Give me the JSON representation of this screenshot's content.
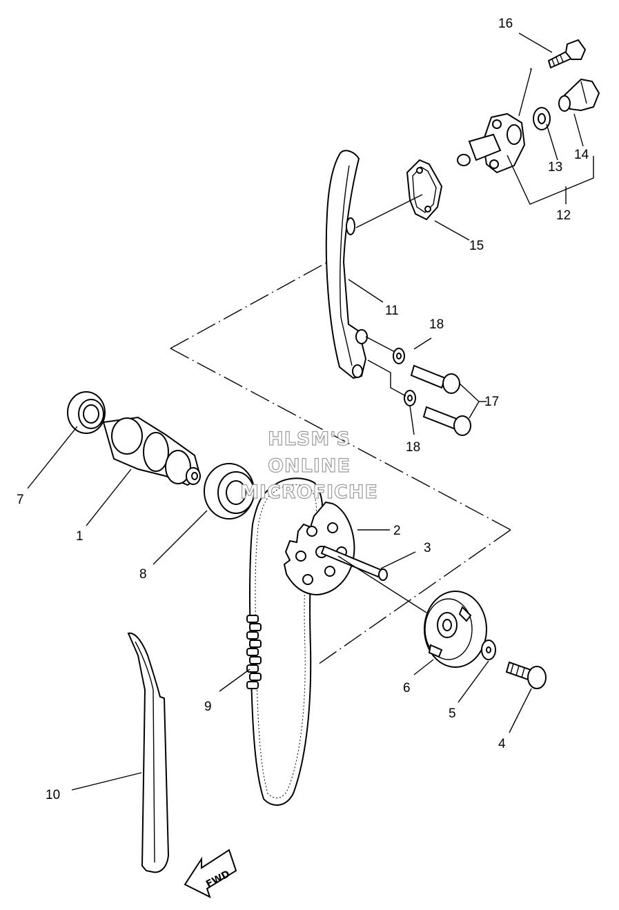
{
  "watermark": {
    "line1": "HLSM'S",
    "line2": "ONLINE",
    "line3": "MICROFICHE"
  },
  "fwd_label": "FWD",
  "callouts": {
    "c1": "1",
    "c2": "2",
    "c3": "3",
    "c4": "4",
    "c5": "5",
    "c6": "6",
    "c7": "7",
    "c8": "8",
    "c9": "9",
    "c10": "10",
    "c11": "11",
    "c12": "12",
    "c13": "13",
    "c14": "14",
    "c15": "15",
    "c16": "16",
    "c17": "17",
    "c18a": "18",
    "c18b": "18"
  }
}
